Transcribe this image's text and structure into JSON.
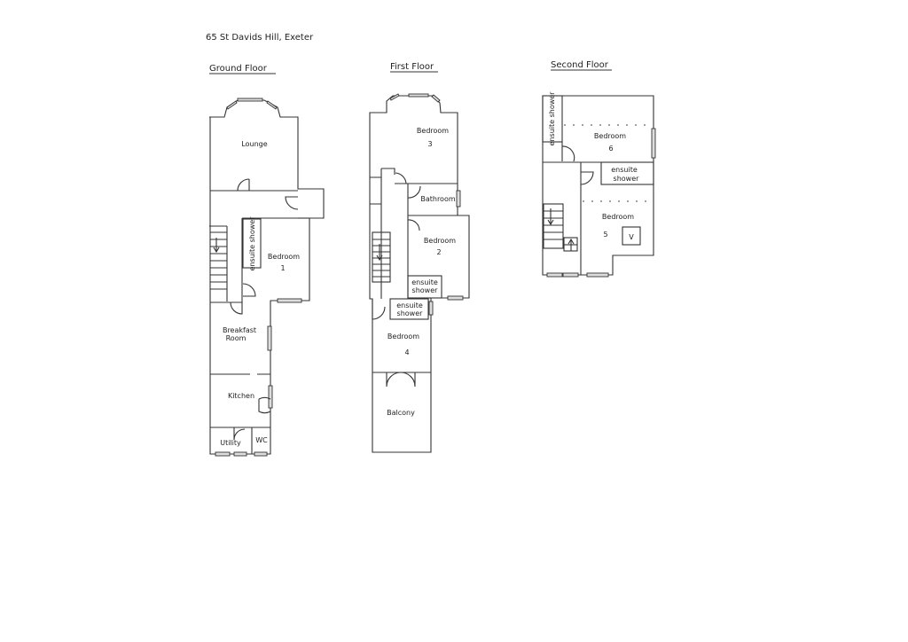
{
  "title": "65 St Davids Hill, Exeter",
  "floors": {
    "ground": {
      "heading": "Ground Floor",
      "rooms": {
        "lounge": "Lounge",
        "ensuite": "ensuite shower",
        "bedroom": "Bedroom",
        "bedroom_no": "1",
        "breakfast1": "Breakfast",
        "breakfast2": "Room",
        "kitchen": "Kitchen",
        "utility": "Utility",
        "wc": "WC"
      }
    },
    "first": {
      "heading": "First Floor",
      "rooms": {
        "bedroom3": "Bedroom",
        "bedroom3_no": "3",
        "bathroom": "Bathroom",
        "bedroom2": "Bedroom",
        "bedroom2_no": "2",
        "ensuite2a": "ensuite",
        "ensuite2b": "shower",
        "ensuite4a": "ensuite",
        "ensuite4b": "shower",
        "bedroom4": "Bedroom",
        "bedroom4_no": "4",
        "balcony": "Balcony"
      }
    },
    "second": {
      "heading": "Second Floor",
      "rooms": {
        "ensuite6": "ensuite shower",
        "bedroom6": "Bedroom",
        "bedroom6_no": "6",
        "ensuite5a": "ensuite",
        "ensuite5b": "shower",
        "bedroom5": "Bedroom",
        "bedroom5_no": "5",
        "velux": "V"
      }
    }
  }
}
